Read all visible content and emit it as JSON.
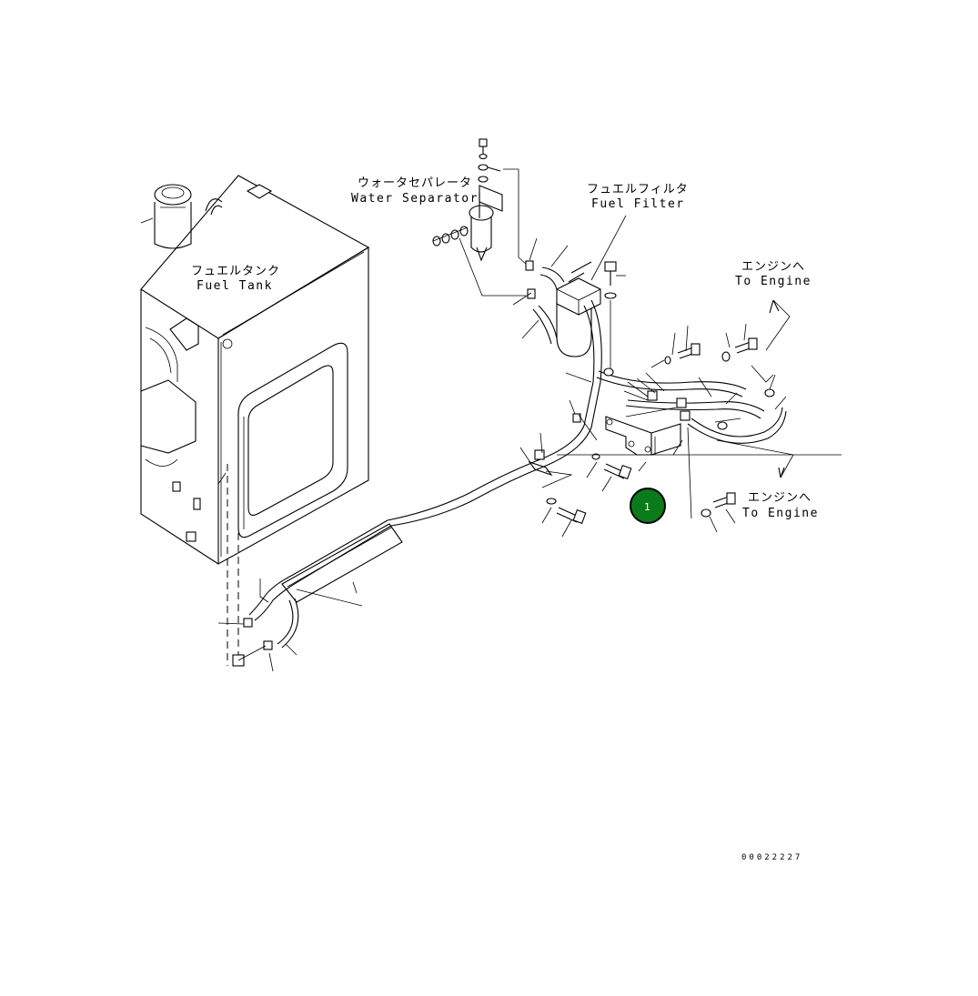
{
  "labels": {
    "water_separator_jp": "ウォータセパレータ",
    "water_separator_en": "Water Separator",
    "fuel_filter_jp": "フュエルフィルタ",
    "fuel_filter_en": "Fuel Filter",
    "fuel_tank_jp": "フュエルタンク",
    "fuel_tank_en": "Fuel Tank",
    "to_engine_top_jp": "エンジンへ",
    "to_engine_top_en": "To Engine",
    "to_engine_bottom_jp": "エンジンへ",
    "to_engine_bottom_en": "To Engine"
  },
  "callout": {
    "number": "1",
    "color": "#0a7a1a"
  },
  "drawing_number": "00022227"
}
